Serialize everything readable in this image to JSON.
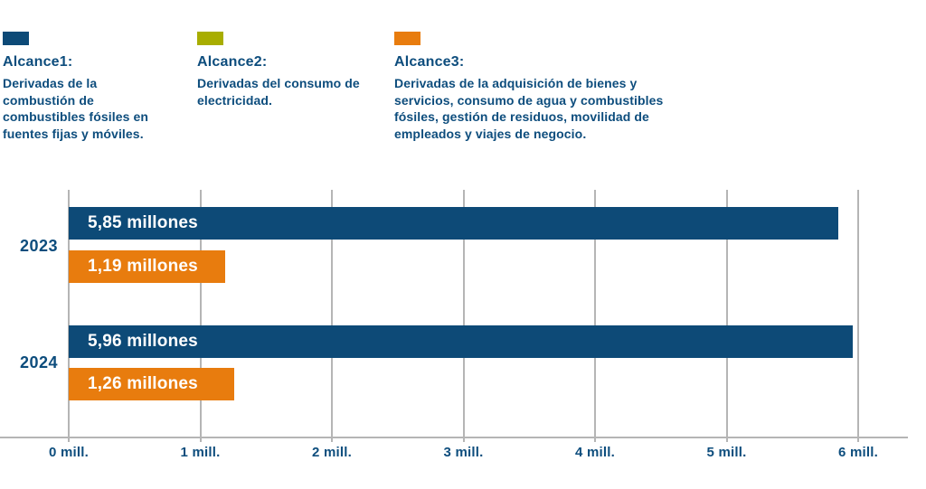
{
  "colors": {
    "scope1_blue": "#0d4a77",
    "scope2_olive": "#a8ad00",
    "scope3_orange": "#e87c0e",
    "text_navy": "#0d4d7d",
    "gridline_gray": "#b5b5b5",
    "bar_label_white": "#ffffff",
    "background": "#ffffff"
  },
  "legend": {
    "items": [
      {
        "id": "alcance1",
        "title": "Alcance1:",
        "description": "Derivadas de la combustión de combustibles fósiles en fuentes fijas y móviles.",
        "color": "#0d4a77"
      },
      {
        "id": "alcance2",
        "title": "Alcance2:",
        "description": "Derivadas del consumo de electricidad.",
        "color": "#a8ad00"
      },
      {
        "id": "alcance3",
        "title": "Alcance3:",
        "description": "Derivadas de la adquisición de bienes y servicios, consumo de agua y combustibles fósiles, gestión de residuos, movilidad de empleados y viajes de negocio.",
        "color": "#e87c0e"
      }
    ]
  },
  "chart_data": {
    "type": "bar",
    "orientation": "horizontal",
    "title": "",
    "categories": [
      "2023",
      "2024"
    ],
    "series": [
      {
        "name": "Alcance1",
        "color": "#0d4a77",
        "values": [
          5.85,
          5.96
        ],
        "value_labels": [
          "5,85 millones",
          "5,96 millones"
        ]
      },
      {
        "name": "Alcance3",
        "color": "#e87c0e",
        "values": [
          1.19,
          1.26
        ],
        "value_labels": [
          "1,19 millones",
          "1,26 millones"
        ]
      }
    ],
    "x_axis": {
      "tick_labels": [
        "0 mill.",
        "1 mill.",
        "2 mill.",
        "3 mill.",
        "4 mill.",
        "5 mill.",
        "6 mill."
      ],
      "tick_values": [
        0,
        1,
        2,
        3,
        4,
        5,
        6
      ],
      "range": [
        0,
        6.38
      ],
      "unit": "millones"
    },
    "grid": "vertical",
    "legend_position": "top"
  }
}
